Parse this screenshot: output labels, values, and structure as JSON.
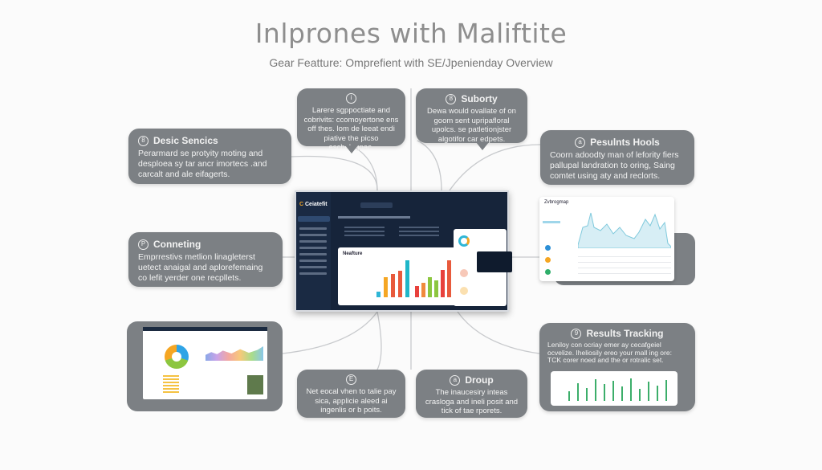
{
  "header": {
    "title": "Inlprones with Maliftite",
    "subtitle": "Gear Featture: Omprefient with SE/Jpenienday Overview"
  },
  "boxes": [
    {
      "id": "desic",
      "icon": "8",
      "title": "Desic Sencics",
      "text": "Perarmard se protyity moting and desploea sy tar ancr imortecs .and carcalt and ale eifagerts."
    },
    {
      "id": "top-left",
      "icon": "i",
      "title": "",
      "text": "Larere sgppoctiate and cobrivits: ccomoyertone ens off thes. lom de leeat endi piative the picso eschelegpac."
    },
    {
      "id": "suborty",
      "icon": "8",
      "title": "Suborty",
      "text": "Dewa would ovallate of on goom sent upripafloral upolcs. se patletionjster algotifor car edpets."
    },
    {
      "id": "pesulnts",
      "icon": "a",
      "title": "Pesulnts Hools",
      "text": "Coorn adoodty man of lefority fiers pallupal landration to oring, Saing comtet using aty and reclorts."
    },
    {
      "id": "conneting",
      "icon": "P",
      "title": "Conneting",
      "text": "Emprrestivs metlion linagleterst uetect anaigal and aplorefemaing co lefit yerder one recpllets."
    },
    {
      "id": "bottom-left",
      "icon": "E",
      "title": "",
      "text": "Net eocal vhen to talie pay sica, applicie aleed ai ingenlis or b poits."
    },
    {
      "id": "droup",
      "icon": "a",
      "title": "Droup",
      "text": "The inaucesiry inteas crasloga and ineli posit and tick of tae rporets."
    },
    {
      "id": "results",
      "icon": "9",
      "title": "Results Tracking",
      "text": "Leniloy con ocriay emer ay cecafgeiel ocvelize. Iheliosily ereo your mall ing ore: TCK corer noed and the or rotralic set."
    }
  ],
  "dashboard": {
    "logo": "Ceiatefit",
    "section_title": "Neafture",
    "bars_a": [
      15,
      55,
      62,
      72,
      100
    ],
    "bars_b": [
      30,
      40,
      55,
      45,
      75,
      100,
      90,
      100
    ],
    "colors": [
      "#2fb6d6",
      "#f5a623",
      "#e85a3c",
      "#e85a3c",
      "#1fb6c8",
      "#e8413c",
      "#f08a3c",
      "#8cc63f",
      "#8cc63f",
      "#e8413c",
      "#e85a3c",
      "#b5d334",
      "#1fb6c8"
    ]
  },
  "mini_chart": {
    "title": "Zvbrogmap"
  },
  "tracking_bars": [
    40,
    75,
    55,
    90,
    70,
    85,
    60,
    95,
    50,
    80,
    65,
    88
  ]
}
